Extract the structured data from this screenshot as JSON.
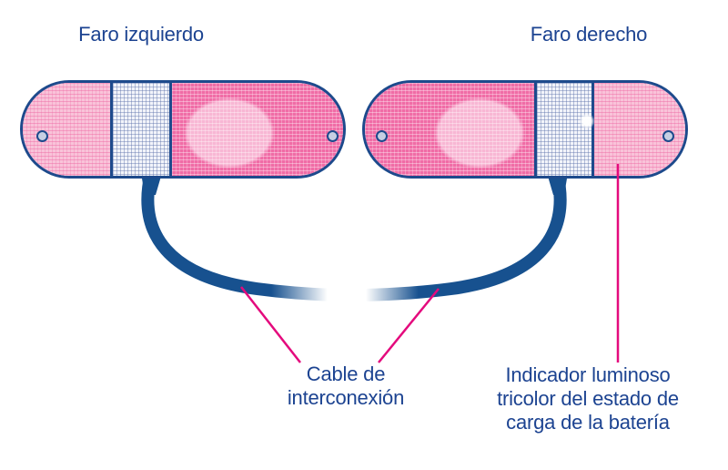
{
  "diagram": {
    "type": "product-manual-illustration",
    "labels": {
      "left_lamp_title": "Faro izquierdo",
      "right_lamp_title": "Faro derecho",
      "cable": {
        "lines": [
          "Cable de",
          "interconexión"
        ]
      },
      "indicator": {
        "lines": [
          "Indicador luminoso",
          "tricolor del estado de",
          "carga de la batería"
        ]
      }
    },
    "colors": {
      "background": "#ffffff",
      "outline_blue": "#1d4a8c",
      "cable_blue": "#17518f",
      "text_blue": "#1c4391",
      "leader_pink": "#e40a7d",
      "lens_light_pink": "#f9c3d9",
      "lens_dark_pink": "#f06ca6",
      "lens_ellipse_pink": "#f8b7d4",
      "hatch_background": "#f2f4fa",
      "hatch_line_blue": "#5369a5",
      "screw_fill": "#c6cfe3",
      "led_dot": "#ffffff"
    },
    "icons": {
      "screw_hole": "small circle",
      "battery_led": "white dot"
    }
  }
}
